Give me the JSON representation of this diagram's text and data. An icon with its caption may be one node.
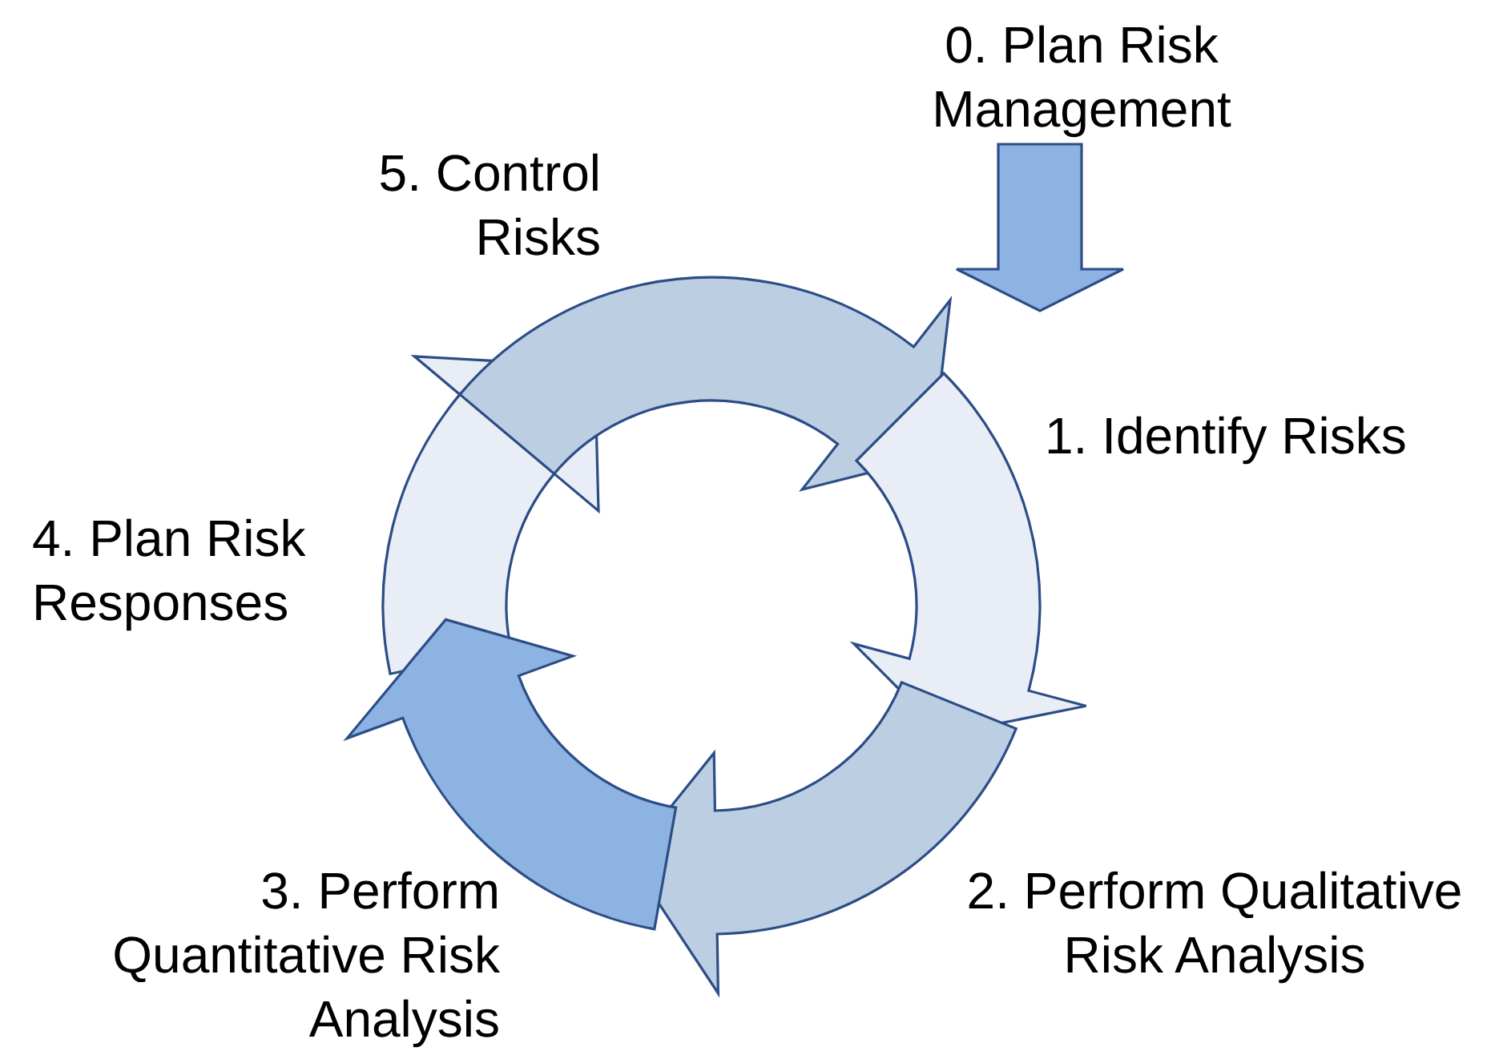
{
  "diagram": {
    "nodes": [
      {
        "text": [
          "0. Plan Risk Management"
        ]
      },
      {
        "text": [
          "1. Identify Risks"
        ]
      },
      {
        "text": [
          "2. Perform Qualitative Risk Analysis"
        ]
      },
      {
        "text": [
          "3. Perform Quantitative Risk Analysis"
        ]
      },
      {
        "text": [
          "4. Plan Risk Responses"
        ]
      },
      {
        "text": [
          "5. Control Risks"
        ]
      }
    ],
    "edges": [
      {
        "from": 0,
        "to": 1,
        "arrow": "to",
        "style": "thick",
        "color": "#8db3e2"
      },
      {
        "from": 1,
        "to": 2,
        "arrow": "to",
        "style": "thick",
        "color": "#e9eef6"
      },
      {
        "from": 2,
        "to": 3,
        "arrow": "to",
        "style": "thick",
        "color": "#bccfe2"
      },
      {
        "from": 3,
        "to": 4,
        "arrow": "to",
        "style": "thick",
        "color": "#8db3e2"
      },
      {
        "from": 4,
        "to": 5,
        "arrow": "to",
        "style": "thick",
        "color": "#e9eef6"
      },
      {
        "from": 5,
        "to": 1,
        "arrow": "to",
        "style": "thick",
        "color": "#bccfe2"
      }
    ]
  }
}
